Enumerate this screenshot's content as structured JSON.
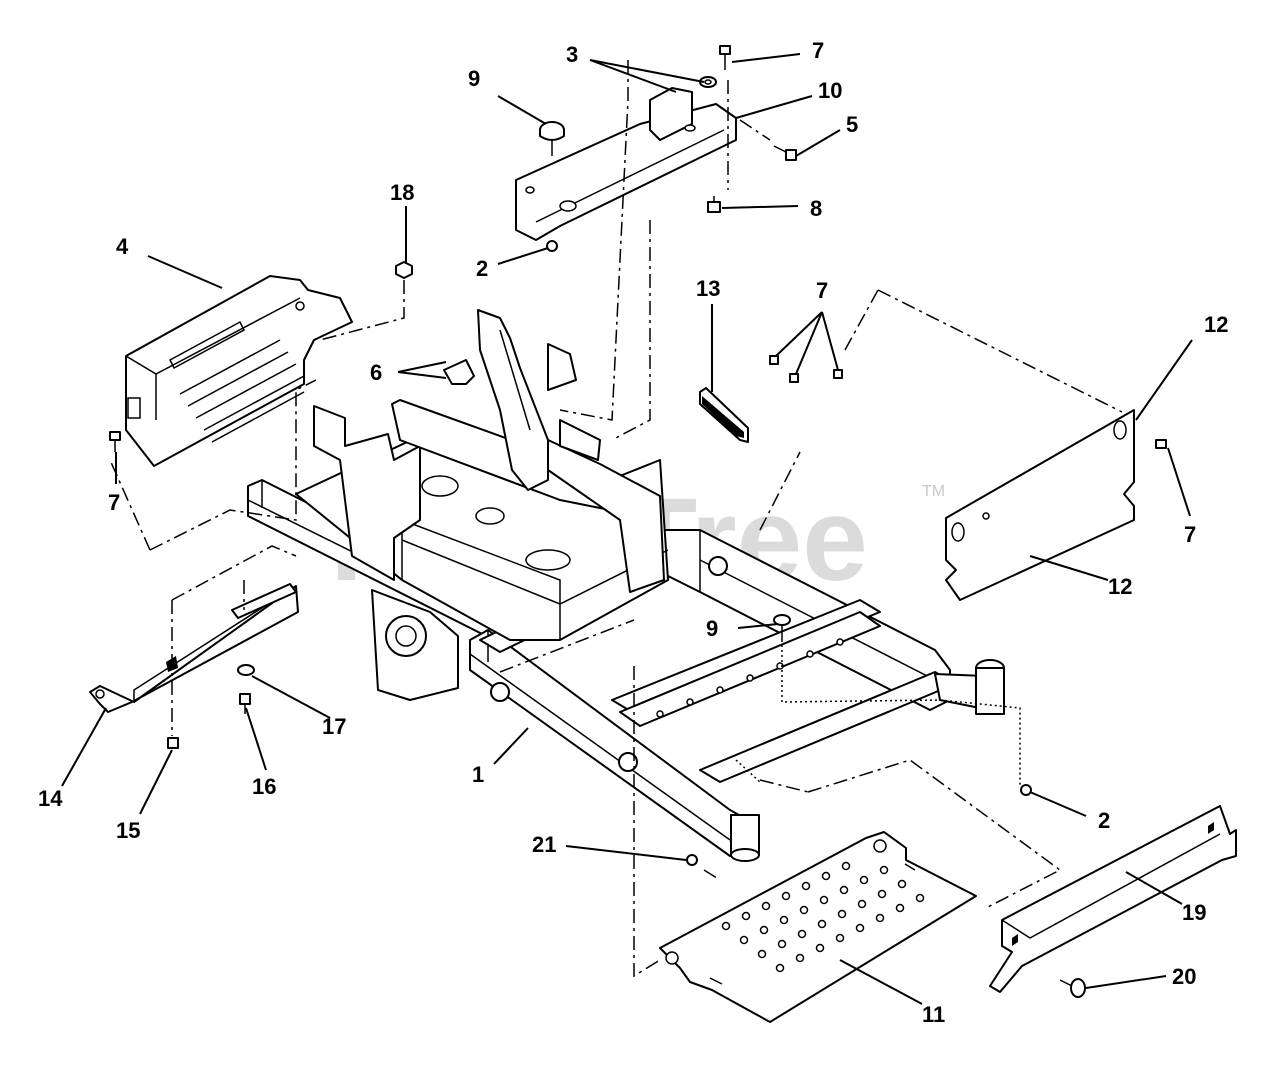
{
  "watermark": {
    "text": "PartsTree",
    "tm": "TM"
  },
  "callouts": [
    {
      "id": "c1",
      "label": "1"
    },
    {
      "id": "c2a",
      "label": "2"
    },
    {
      "id": "c2b",
      "label": "2"
    },
    {
      "id": "c3",
      "label": "3"
    },
    {
      "id": "c4",
      "label": "4"
    },
    {
      "id": "c5",
      "label": "5"
    },
    {
      "id": "c6",
      "label": "6"
    },
    {
      "id": "c7a",
      "label": "7"
    },
    {
      "id": "c7b",
      "label": "7"
    },
    {
      "id": "c7c",
      "label": "7"
    },
    {
      "id": "c7d",
      "label": "7"
    },
    {
      "id": "c8",
      "label": "8"
    },
    {
      "id": "c9a",
      "label": "9"
    },
    {
      "id": "c9b",
      "label": "9"
    },
    {
      "id": "c10",
      "label": "10"
    },
    {
      "id": "c11",
      "label": "11"
    },
    {
      "id": "c12a",
      "label": "12"
    },
    {
      "id": "c12b",
      "label": "12"
    },
    {
      "id": "c13",
      "label": "13"
    },
    {
      "id": "c14",
      "label": "14"
    },
    {
      "id": "c15",
      "label": "15"
    },
    {
      "id": "c16",
      "label": "16"
    },
    {
      "id": "c17",
      "label": "17"
    },
    {
      "id": "c18",
      "label": "18"
    },
    {
      "id": "c19",
      "label": "19"
    },
    {
      "id": "c20",
      "label": "20"
    },
    {
      "id": "c21",
      "label": "21"
    }
  ]
}
